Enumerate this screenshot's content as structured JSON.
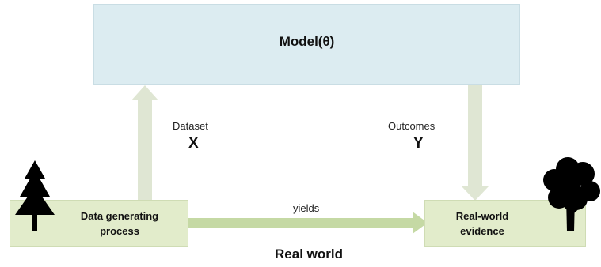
{
  "model": {
    "label": "Model(θ)"
  },
  "data_generating_process": {
    "line1": "Data generating",
    "line2": "process"
  },
  "real_world_evidence": {
    "line1": "Real-world",
    "line2": "evidence"
  },
  "dataset_edge": {
    "label": "Dataset",
    "variable": "X"
  },
  "outcomes_edge": {
    "label": "Outcomes",
    "variable": "Y"
  },
  "yields_edge": {
    "label": "yields"
  },
  "real_world": {
    "label": "Real world"
  },
  "icons": [
    "conifer-tree-icon",
    "deciduous-tree-icon"
  ],
  "colors": {
    "model_fill": "#dcecf1",
    "real_world_fill": "#e2eccb",
    "vertical_arrow": "#dfe6d3",
    "yields_arrow": "#c5d9a4",
    "tree": "#000000"
  }
}
